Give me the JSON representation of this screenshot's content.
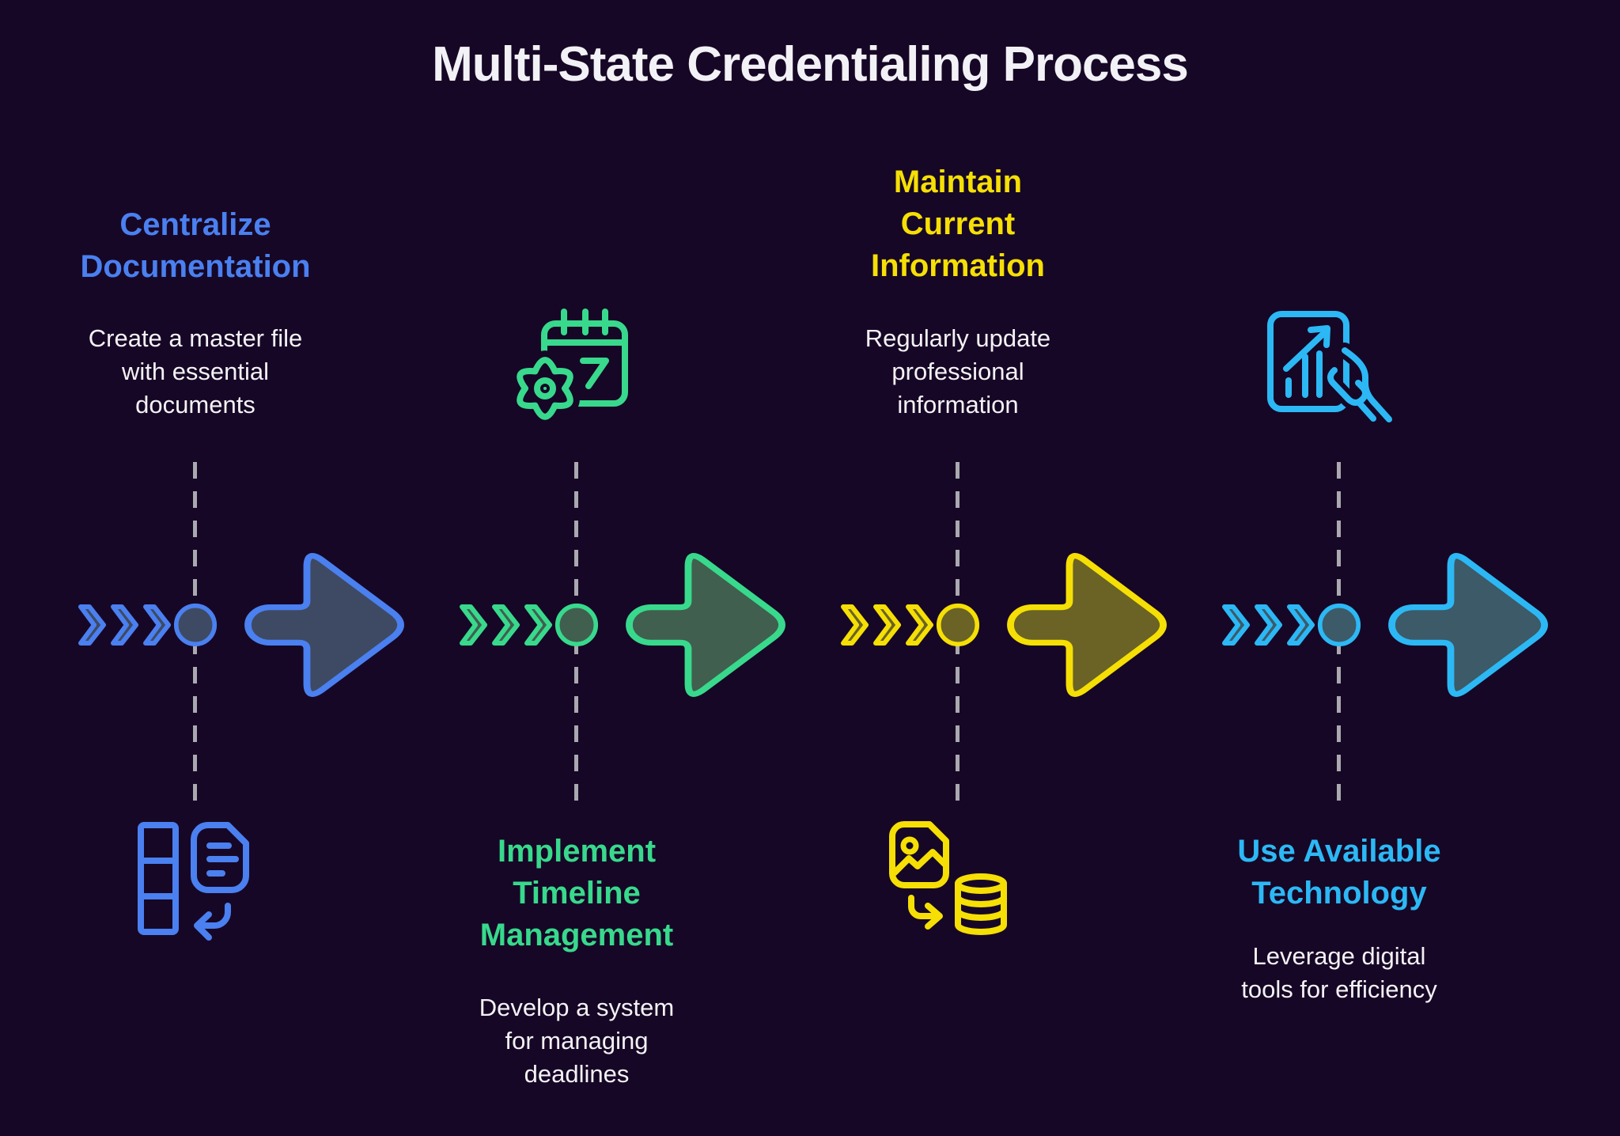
{
  "title": "Multi-State Credentialing Process",
  "background": "#170726",
  "text_color": "#f2f1f6",
  "body_text_color": "#f3f2f5",
  "dash_color": "#a9a9af",
  "steps": [
    {
      "name": "centralize-documentation",
      "title": "Centralize\nDocumentation",
      "description": "Create a master file\nwith essential\ndocuments",
      "color": "#4a80f0",
      "fill": "#3e4a63",
      "icon": "documents-return-icon",
      "text_position": "top",
      "icon_position": "bottom"
    },
    {
      "name": "implement-timeline-management",
      "title": "Implement\nTimeline\nManagement",
      "description": "Develop a system\nfor managing\ndeadlines",
      "color": "#38d98c",
      "fill": "#405f4e",
      "icon": "calendar-gear-icon",
      "text_position": "bottom",
      "icon_position": "top"
    },
    {
      "name": "maintain-current-information",
      "title": "Maintain\nCurrent\nInformation",
      "description": "Regularly update\nprofessional\ninformation",
      "color": "#f5df05",
      "fill": "#6a6325",
      "icon": "image-database-icon",
      "text_position": "top",
      "icon_position": "bottom"
    },
    {
      "name": "use-available-technology",
      "title": "Use Available\nTechnology",
      "description": "Leverage digital\ntools for efficiency",
      "color": "#2cb8f5",
      "fill": "#3c5a68",
      "icon": "chart-hand-icon",
      "text_position": "bottom",
      "icon_position": "top"
    }
  ]
}
